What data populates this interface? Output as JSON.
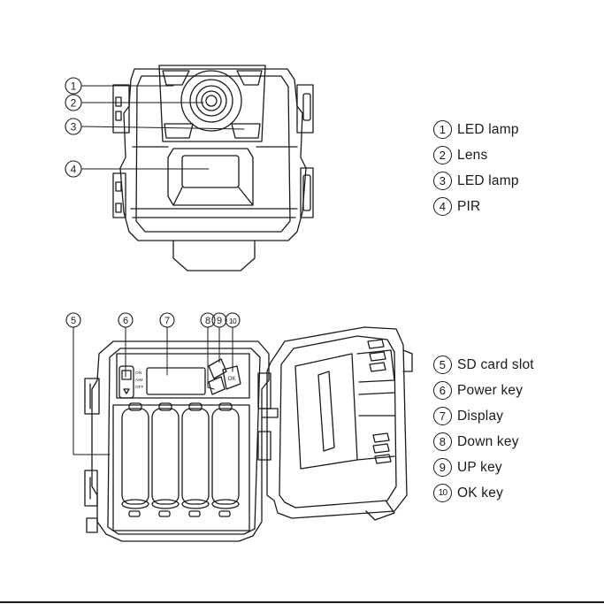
{
  "front_view": {
    "callouts": [
      "1",
      "2",
      "3",
      "4"
    ],
    "legend": [
      {
        "num": "1",
        "label": "LED lamp"
      },
      {
        "num": "2",
        "label": "Lens"
      },
      {
        "num": "3",
        "label": "LED lamp"
      },
      {
        "num": "4",
        "label": "PIR"
      }
    ]
  },
  "open_view": {
    "callouts": [
      "5",
      "6",
      "7",
      "8",
      "9",
      "10"
    ],
    "legend": [
      {
        "num": "5",
        "label": "SD card slot"
      },
      {
        "num": "6",
        "label": "Power key"
      },
      {
        "num": "7",
        "label": "Display"
      },
      {
        "num": "8",
        "label": "Down key"
      },
      {
        "num": "9",
        "label": "UP key"
      },
      {
        "num": "10",
        "label": "OK key"
      }
    ],
    "switch_labels": [
      "ON",
      "AIM",
      "OFF"
    ],
    "ok_key_text": "OK"
  }
}
